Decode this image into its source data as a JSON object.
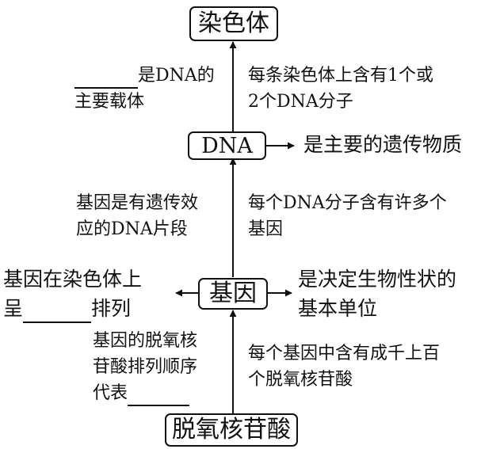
{
  "nodes": {
    "chromosome": "染色体",
    "dna": "DNA",
    "gene": "基因",
    "nucleotide": "脱氧核苷酸"
  },
  "notes": {
    "chrom_dna_left": {
      "line1_suffix": "是DNA的",
      "line2": "主要载体"
    },
    "chrom_dna_right": {
      "line1": "每条染色体上含有1个或",
      "line2": "2个DNA分子"
    },
    "dna_right": "是主要的遗传物质",
    "dna_gene_left": {
      "line1": "基因是有遗传效",
      "line2": "应的DNA片段"
    },
    "dna_gene_right": {
      "line1": "每个DNA分子含有许多个",
      "line2": "基因"
    },
    "gene_left": {
      "line1": "基因在染色体上",
      "line2_prefix": "呈",
      "line2_suffix": "排列"
    },
    "gene_right": {
      "line1": "是决定生物性状的",
      "line2": "基本单位"
    },
    "nuc_gene_left": {
      "line1": "基因的脱氧核",
      "line2": "苷酸排列顺序",
      "line3_prefix": "代表"
    },
    "nuc_gene_right": {
      "line1": "每个基因中含有成千上百",
      "line2": "个脱氧核苷酸"
    }
  }
}
